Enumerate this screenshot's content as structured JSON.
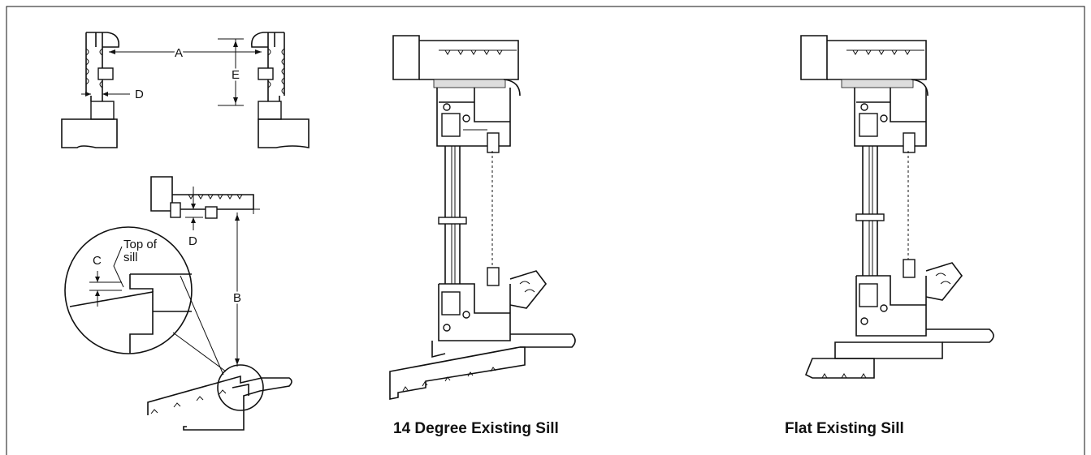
{
  "labels": {
    "dim_a": "A",
    "dim_b": "B",
    "dim_c": "C",
    "dim_d_top": "D",
    "dim_d_head": "D",
    "dim_e": "E",
    "top_of": "Top of",
    "sill": "sill"
  },
  "captions": {
    "degree_sill": "14 Degree Existing Sill",
    "flat_sill": "Flat Existing Sill"
  }
}
